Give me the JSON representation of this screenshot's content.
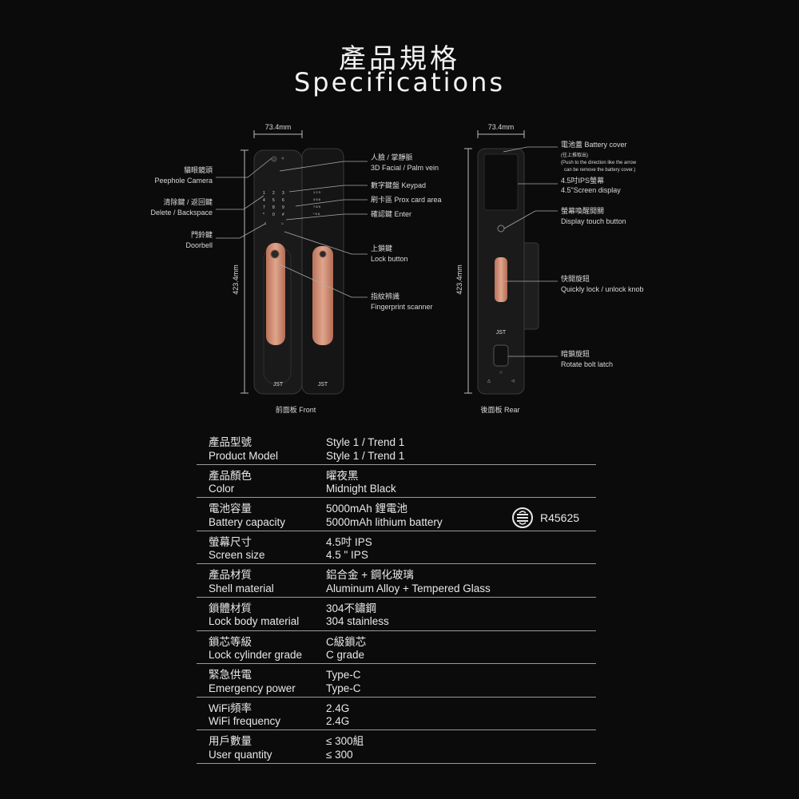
{
  "header": {
    "title_zh": "產品規格",
    "title_en": "Specifications"
  },
  "diagram": {
    "front": {
      "width_label": "73.4mm",
      "height_label": "423.4mm",
      "caption": "前面板 Front",
      "callouts_left": [
        {
          "zh": "貓眼鏡頭",
          "en": "Peephole Camera"
        },
        {
          "zh": "清除鍵 / 返回鍵",
          "en": "Delete / Backspace"
        },
        {
          "zh": "門鈴鍵",
          "en": "Doorbell"
        }
      ],
      "callouts_right": [
        {
          "zh": "人臉 / 掌靜脈",
          "en": "3D Facial / Palm vein"
        },
        {
          "zh": "數字鍵盤 Keypad",
          "en": ""
        },
        {
          "zh": "刷卡區 Prox card area",
          "en": ""
        },
        {
          "zh": "確認鍵 Enter",
          "en": ""
        },
        {
          "zh": "上鎖鍵",
          "en": "Lock button"
        },
        {
          "zh": "指紋辨識",
          "en": "Fingerprint scanner"
        }
      ]
    },
    "rear": {
      "width_label": "73.4mm",
      "height_label": "423.4mm",
      "caption": "後面板 Rear",
      "battery_zh": "電池蓋 Battery cover",
      "battery_note1": "(往上推取出)",
      "battery_note2": "(Push to the direction like the arrow",
      "battery_note3": "can be remove the battery cover.)",
      "callouts": [
        {
          "zh": "4.5吋IPS螢幕",
          "en": "4.5\"Screen display"
        },
        {
          "zh": "螢幕喚醒開關",
          "en": "Display touch button"
        },
        {
          "zh": "快開旋鈕",
          "en": "Quickly lock / unlock knob"
        },
        {
          "zh": "暗鎖旋鈕",
          "en": "Rotate bolt latch"
        }
      ]
    },
    "logo_text": "JST"
  },
  "specs": [
    {
      "zh": "產品型號",
      "en": "Product Model",
      "val_zh": "Style 1 / Trend 1",
      "val_en": "Style 1 / Trend 1"
    },
    {
      "zh": "產品顏色",
      "en": "Color",
      "val_zh": "曜夜黑",
      "val_en": "Midnight Black"
    },
    {
      "zh": "電池容量",
      "en": "Battery capacity",
      "val_zh": "5000mAh 鋰電池",
      "val_en": "5000mAh lithium battery"
    },
    {
      "zh": "螢幕尺寸",
      "en": "Screen size",
      "val_zh": "4.5吋 IPS",
      "val_en": "4.5 \"  IPS"
    },
    {
      "zh": "產品材質",
      "en": "Shell material",
      "val_zh": "鋁合金 + 鋼化玻璃",
      "val_en": "Aluminum Alloy + Tempered Glass"
    },
    {
      "zh": "鎖體材質",
      "en": "Lock body material",
      "val_zh": "304不鏽鋼",
      "val_en": "304 stainless"
    },
    {
      "zh": "鎖芯等級",
      "en": "Lock cylinder grade",
      "val_zh": "C級鎖芯",
      "val_en": "C grade"
    },
    {
      "zh": "緊急供電",
      "en": "Emergency power",
      "val_zh": "Type-C",
      "val_en": "Type-C"
    },
    {
      "zh": "WiFi頻率",
      "en": "WiFi frequency",
      "val_zh": "2.4G",
      "val_en": "2.4G"
    },
    {
      "zh": "用戶數量",
      "en": "User quantity",
      "val_zh": "≤ 300組",
      "val_en": "≤ 300"
    }
  ],
  "certification": {
    "code": "R45625",
    "icon": "bsmi-certification-mark"
  }
}
